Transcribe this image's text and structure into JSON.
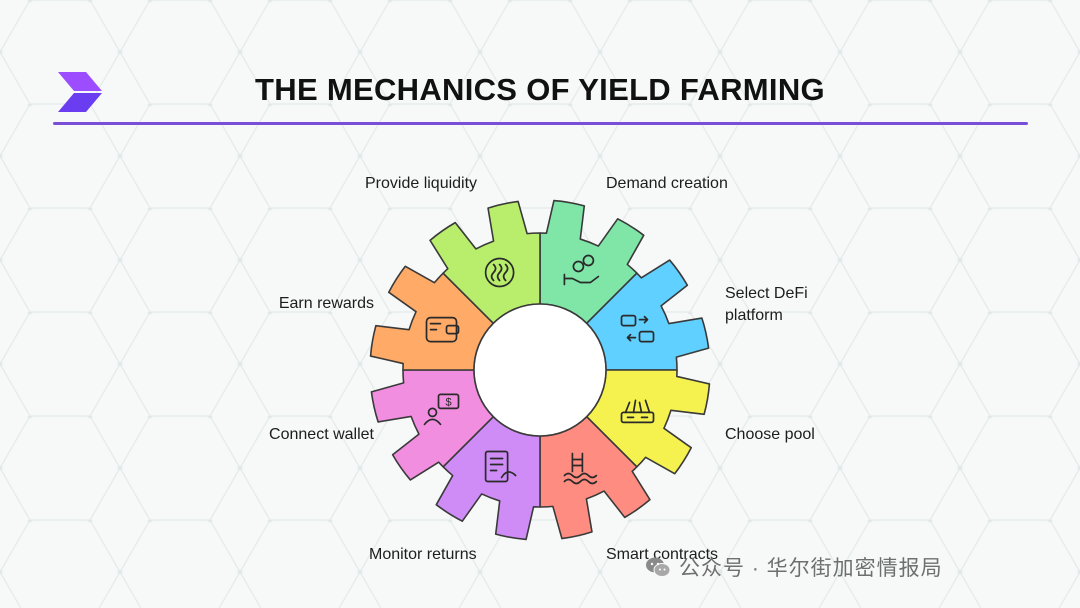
{
  "title": "THE MECHANICS OF YIELD FARMING",
  "brand": {
    "logo_colors": [
      "#9b4dff",
      "#6a3df0"
    ]
  },
  "stages": [
    {
      "label": "Provide liquidity",
      "color": "#7fe6a8",
      "icon": "hand-coins-icon"
    },
    {
      "label": "Demand creation",
      "color": "#5fd0ff",
      "icon": "briefcase-exchange-icon"
    },
    {
      "label": "Select DeFi\nplatform",
      "color": "#f5f14f",
      "icon": "platform-box-icon"
    },
    {
      "label": "Choose pool",
      "color": "#ff8c80",
      "icon": "pool-ladder-icon"
    },
    {
      "label": "Smart contracts",
      "color": "#cf8cf7",
      "icon": "contract-signature-icon"
    },
    {
      "label": "Monitor returns",
      "color": "#f28ee0",
      "icon": "monitor-dollar-icon"
    },
    {
      "label": "Connect wallet",
      "color": "#ffaa66",
      "icon": "wallet-icon"
    },
    {
      "label": "Earn rewards",
      "color": "#b9ee6c",
      "icon": "heat-waves-icon"
    }
  ],
  "watermark": {
    "text": "公众号 · 华尔街加密情报局",
    "icon": "wechat-icon"
  }
}
